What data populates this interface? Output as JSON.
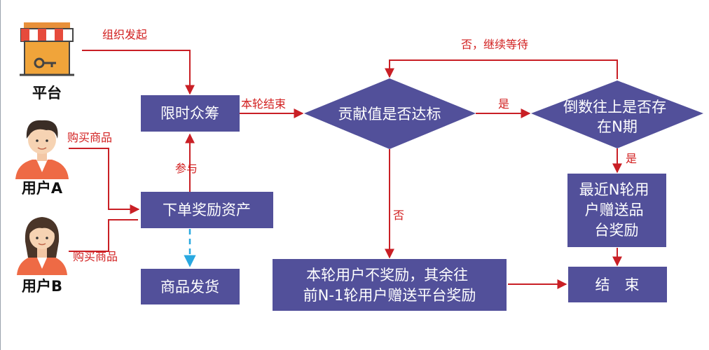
{
  "colors": {
    "node_fill": "#52509a",
    "edge_red": "#c91f25",
    "edge_blue_dashed": "#29a8e0",
    "label_red": "#d22020"
  },
  "actors": {
    "platform": {
      "label": "平台",
      "icon": "shop-icon"
    },
    "user_a": {
      "label": "用户A",
      "icon": "man-avatar-icon"
    },
    "user_b": {
      "label": "用户B",
      "icon": "woman-avatar-icon"
    }
  },
  "nodes": {
    "crowdfunding": "限时众筹",
    "reward_assets": "下单奖励资产",
    "ship_goods": "商品发货",
    "contribution_check_lines": [
      "贡献值是否达标"
    ],
    "countdown_check_lines": [
      "倒数往上是否存",
      "在N期"
    ],
    "no_reward_lines": [
      "本轮用户不奖励，其余往",
      "前N-1轮用户赠送平台奖励"
    ],
    "recent_reward_lines": [
      "最近N轮用",
      "户赠送品",
      "台奖励"
    ],
    "end": "结　束"
  },
  "edges": {
    "platform_initiate": "组织发起",
    "user_a_buy": "购买商品",
    "user_b_buy": "购买商品",
    "participate": "参与",
    "round_end": "本轮结束",
    "yes_1": "是",
    "no_1": "否",
    "no_keep_waiting": "否，继续等待",
    "yes_2": "是"
  }
}
